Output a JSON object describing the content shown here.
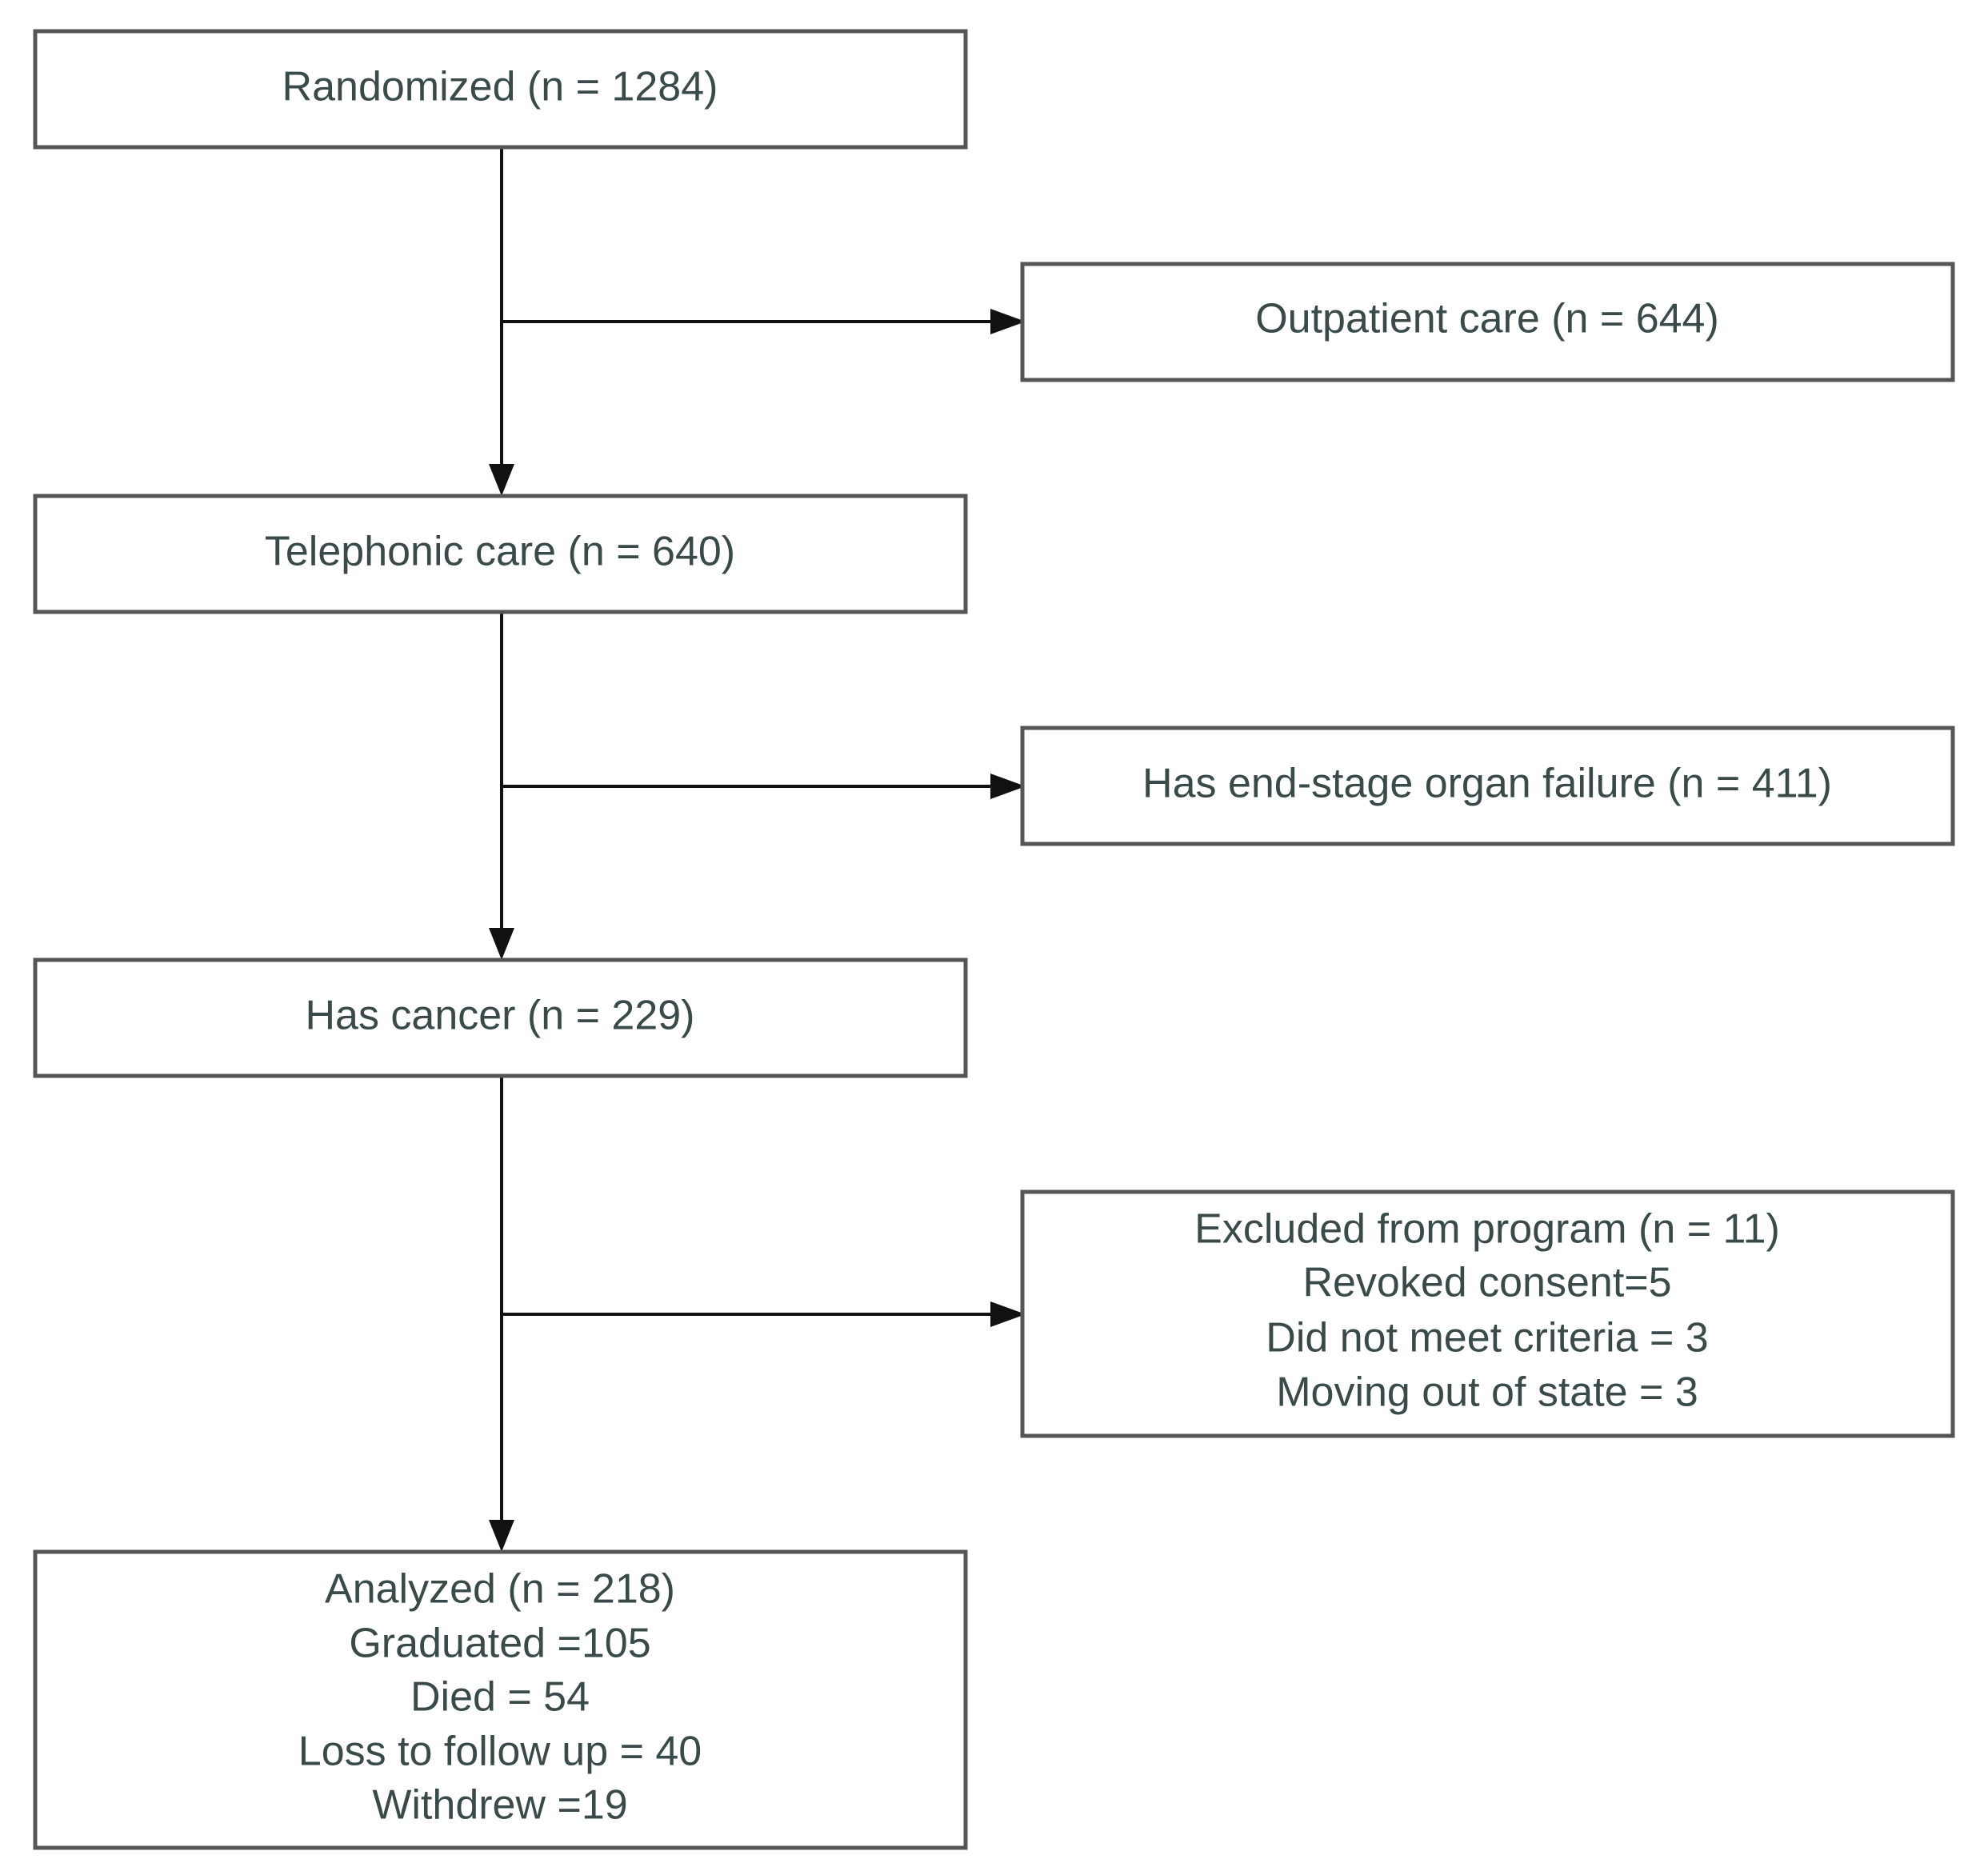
{
  "flowchart": {
    "randomized": "Randomized (n = 1284)",
    "outpatient": "Outpatient care (n = 644)",
    "telephonic": "Telephonic care (n = 640)",
    "organ_failure": "Has end-stage organ failure (n = 411)",
    "cancer": "Has cancer (n = 229)",
    "excluded": {
      "title": "Excluded from program (n = 11)",
      "lines": [
        "Revoked consent=5",
        "Did not meet criteria = 3",
        "Moving out of state = 3"
      ]
    },
    "analyzed": {
      "title": "Analyzed (n = 218)",
      "lines": [
        "Graduated =105",
        "Died = 54",
        "Loss to follow up = 40",
        "Withdrew =19"
      ]
    }
  }
}
